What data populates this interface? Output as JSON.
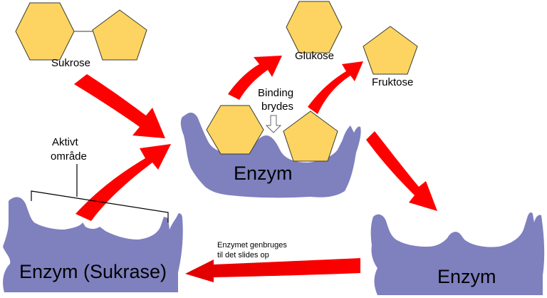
{
  "labels": {
    "sucrose": "Sukrose",
    "glucose": "Glukose",
    "fructose": "Fruktose",
    "bond_line1": "Binding",
    "bond_line2": "brydes",
    "active_line1": "Aktivt",
    "active_line2": "område",
    "enzyme_sucrase": "Enzym (Sukrase)",
    "enzyme_center": "Enzym",
    "enzyme_right": "Enzym",
    "reuse_line1": "Enzymet genbruges",
    "reuse_line2": "til det slides op"
  },
  "colors": {
    "sugar_fill": "#fdd462",
    "sugar_stroke": "#3a3a2a",
    "enzyme": "#7f80be",
    "arrow": "#ff0000",
    "text": "#000000"
  }
}
